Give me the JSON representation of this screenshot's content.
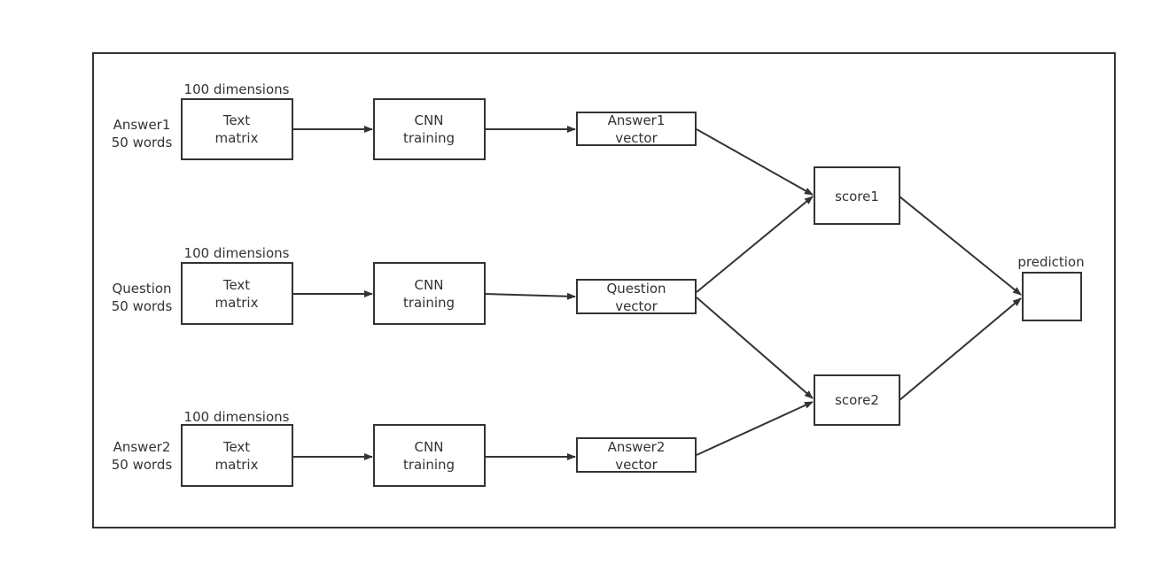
{
  "rows": [
    {
      "input_line1": "Answer1",
      "input_line2": "50 words",
      "dims_label": "100 dimensions",
      "matrix_line1": "Text",
      "matrix_line2": "matrix",
      "cnn_line1": "CNN",
      "cnn_line2": "training",
      "vector_line1": "Answer1",
      "vector_line2": "vector"
    },
    {
      "input_line1": "Question",
      "input_line2": "50 words",
      "dims_label": "100 dimensions",
      "matrix_line1": "Text",
      "matrix_line2": "matrix",
      "cnn_line1": "CNN",
      "cnn_line2": "training",
      "vector_line1": "Question",
      "vector_line2": "vector"
    },
    {
      "input_line1": "Answer2",
      "input_line2": "50 words",
      "dims_label": "100 dimensions",
      "matrix_line1": "Text",
      "matrix_line2": "matrix",
      "cnn_line1": "CNN",
      "cnn_line2": "training",
      "vector_line1": "Answer2",
      "vector_line2": "vector"
    }
  ],
  "score1_label": "score1",
  "score2_label": "score2",
  "prediction_label": "prediction",
  "colors": {
    "stroke": "#333333",
    "text": "#333333",
    "background": "#ffffff"
  }
}
